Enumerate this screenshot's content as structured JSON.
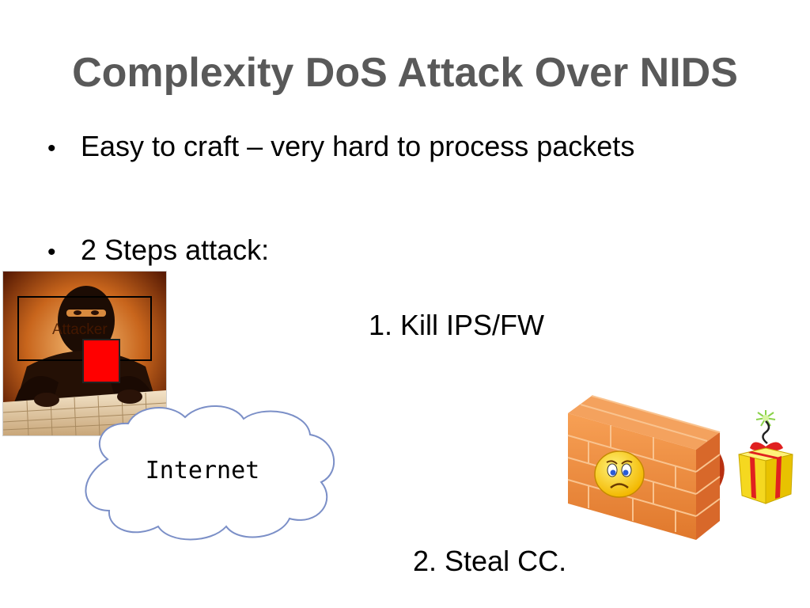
{
  "slide": {
    "title": "Complexity DoS Attack Over NIDS",
    "bullets": [
      "Easy to craft – very hard to process packets",
      "2 Steps attack:"
    ],
    "bullet_glyph": "•",
    "steps": {
      "step1": "1. Kill IPS/FW",
      "step2": "2.  Steal CC."
    },
    "attacker": {
      "label": "Attacker"
    },
    "cloud": {
      "label": "Internet"
    },
    "icons": {
      "attacker_photo": "hooded-hacker-image",
      "cloud": "cloud-icon",
      "firewall": "brick-firewall-icon",
      "sad_face": "sad-face-icon",
      "gift_bomb": "gift-bomb-icon"
    },
    "colors": {
      "title": "#595959",
      "red_box": "#ff0000",
      "brick": "#f08a3c",
      "gift": "#f5e03a",
      "ribbon": "#e02020"
    }
  }
}
